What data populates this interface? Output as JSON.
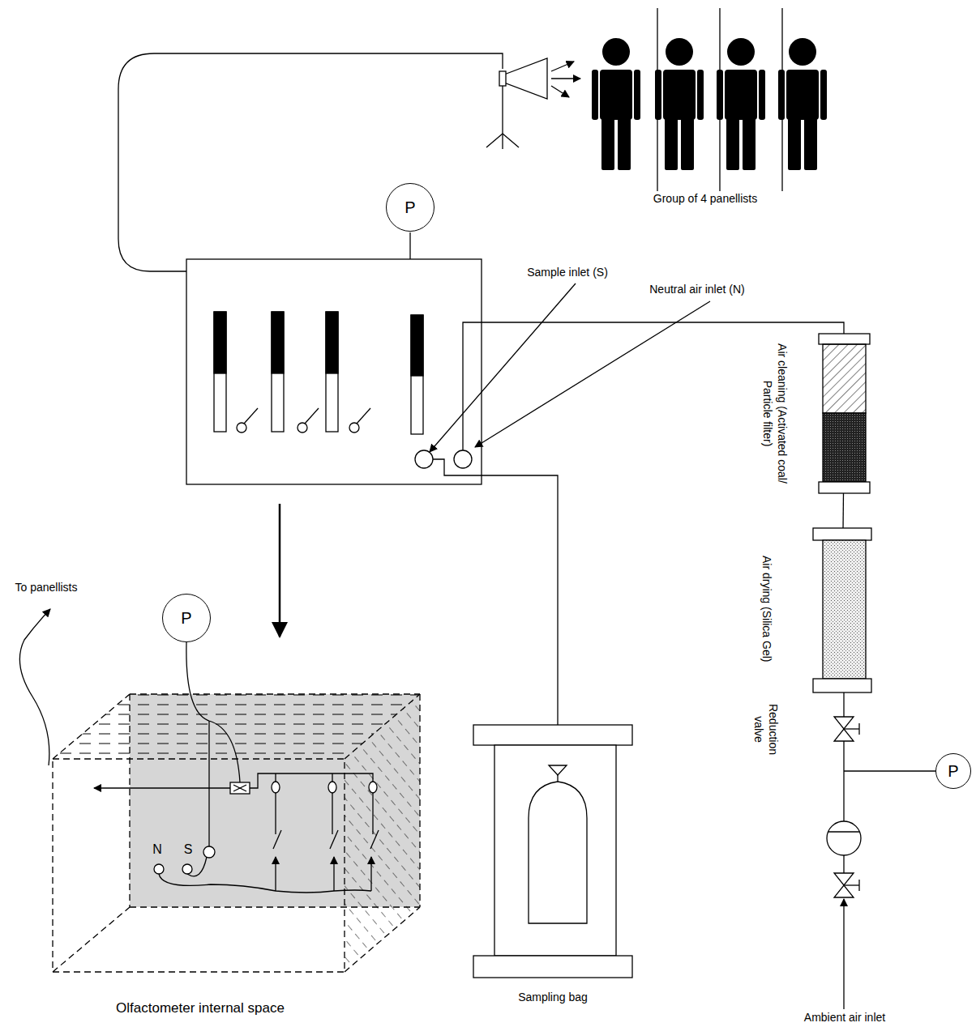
{
  "diagram": {
    "nodes": [
      {
        "text": [
          "P"
        ]
      },
      {
        "text": [
          "P"
        ]
      },
      {
        "text": [
          "P"
        ]
      },
      {
        "text": [
          "Air cleaning (Activated coal/ Particle filter)"
        ]
      },
      {
        "text": [
          "Air drying (Silica Gel)"
        ]
      },
      {
        "text": [
          "Sampling bag"
        ]
      },
      {
        "text": [
          "Olfactometer internal space"
        ]
      }
    ],
    "edges": [
      {
        "from": 4,
        "to": 3,
        "arrow": "none"
      }
    ],
    "labels": [
      "Group of 4 panellists",
      "Sample inlet (S)",
      "Neutral air inlet (N)",
      "Reduction valve",
      "To panellists",
      "N",
      "S",
      "Ambient air inlet"
    ]
  }
}
